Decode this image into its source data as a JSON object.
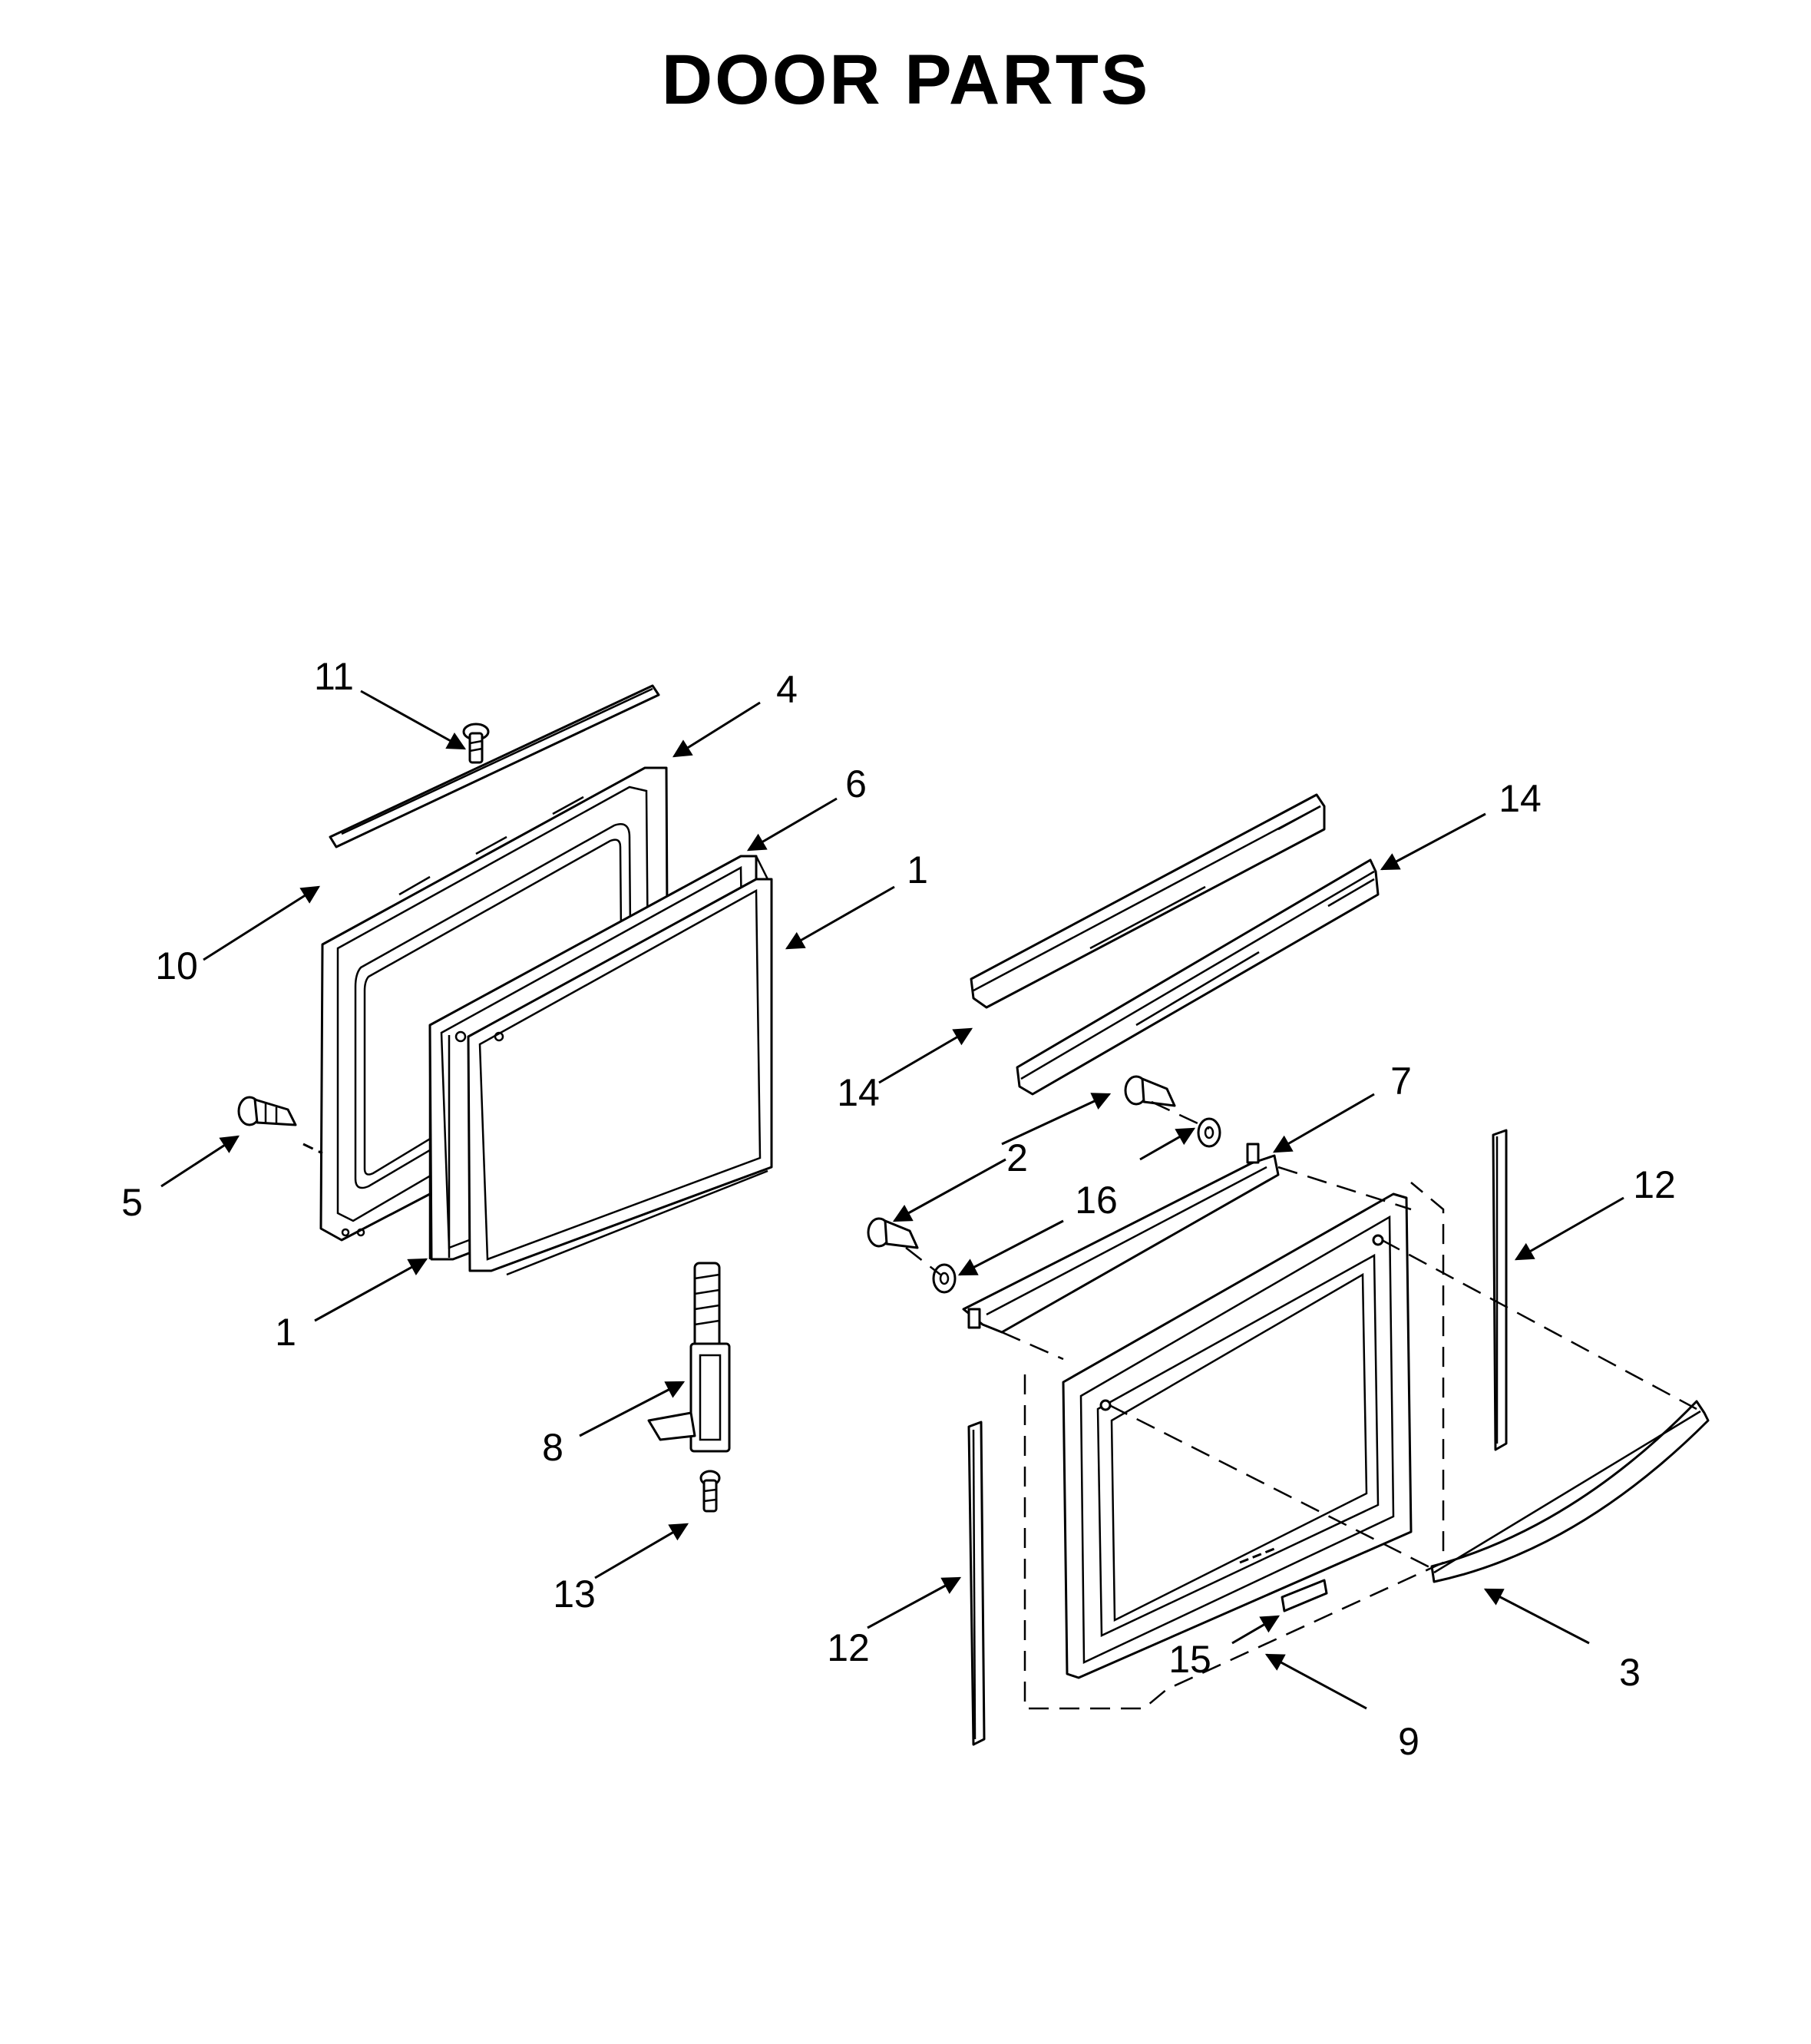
{
  "title": "DOOR PARTS",
  "callouts": {
    "c1a": "1",
    "c1b": "1",
    "c2": "2",
    "c3": "3",
    "c4": "4",
    "c5": "5",
    "c6": "6",
    "c7": "7",
    "c8": "8",
    "c9": "9",
    "c10": "10",
    "c11": "11",
    "c12a": "12",
    "c12b": "12",
    "c13": "13",
    "c14a": "14",
    "c14b": "14",
    "c15": "15",
    "c16": "16"
  }
}
